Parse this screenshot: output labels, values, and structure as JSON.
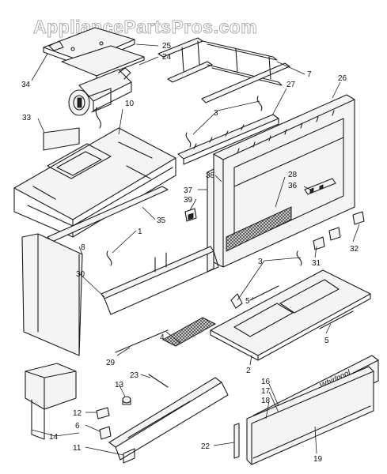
{
  "watermark": "AppliancePartsPros.com",
  "brand_mark": "Whirlpool",
  "callouts": [
    {
      "id": "c25",
      "text": "25"
    },
    {
      "id": "c24",
      "text": "24"
    },
    {
      "id": "c34",
      "text": "34"
    },
    {
      "id": "c7",
      "text": "7"
    },
    {
      "id": "c26",
      "text": "26"
    },
    {
      "id": "c27",
      "text": "27"
    },
    {
      "id": "c10",
      "text": "10"
    },
    {
      "id": "c33",
      "text": "33"
    },
    {
      "id": "c3a",
      "text": "3"
    },
    {
      "id": "c38",
      "text": "38"
    },
    {
      "id": "c28",
      "text": "28"
    },
    {
      "id": "c36",
      "text": "36"
    },
    {
      "id": "c37",
      "text": "37"
    },
    {
      "id": "c39",
      "text": "39"
    },
    {
      "id": "c35",
      "text": "35"
    },
    {
      "id": "c1",
      "text": "1"
    },
    {
      "id": "c8",
      "text": "8"
    },
    {
      "id": "c30",
      "text": "30"
    },
    {
      "id": "c3b",
      "text": "3"
    },
    {
      "id": "c31",
      "text": "31"
    },
    {
      "id": "c32",
      "text": "32"
    },
    {
      "id": "c5a",
      "text": "5"
    },
    {
      "id": "c5b",
      "text": "5"
    },
    {
      "id": "c4",
      "text": "4"
    },
    {
      "id": "c2",
      "text": "2"
    },
    {
      "id": "c29",
      "text": "29"
    },
    {
      "id": "c23",
      "text": "23"
    },
    {
      "id": "c13",
      "text": "13"
    },
    {
      "id": "c16",
      "text": "16"
    },
    {
      "id": "c17",
      "text": "17"
    },
    {
      "id": "c18",
      "text": "18"
    },
    {
      "id": "c12",
      "text": "12"
    },
    {
      "id": "c6",
      "text": "6"
    },
    {
      "id": "c14",
      "text": "14"
    },
    {
      "id": "c11",
      "text": "11"
    },
    {
      "id": "c22",
      "text": "22"
    },
    {
      "id": "c19",
      "text": "19"
    }
  ]
}
